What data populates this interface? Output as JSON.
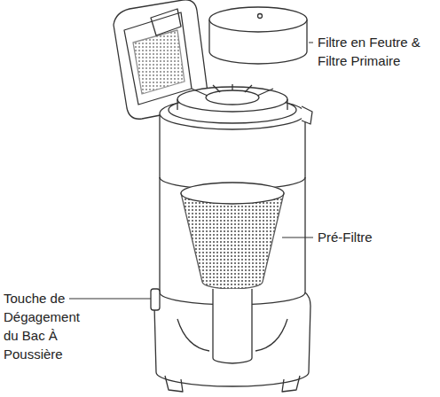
{
  "diagram": {
    "labels": [
      "Filtre en Feutre & Filtre Primaire",
      "Pré-Filtre",
      "Touche de Dégagement du Bac À Poussière"
    ]
  }
}
